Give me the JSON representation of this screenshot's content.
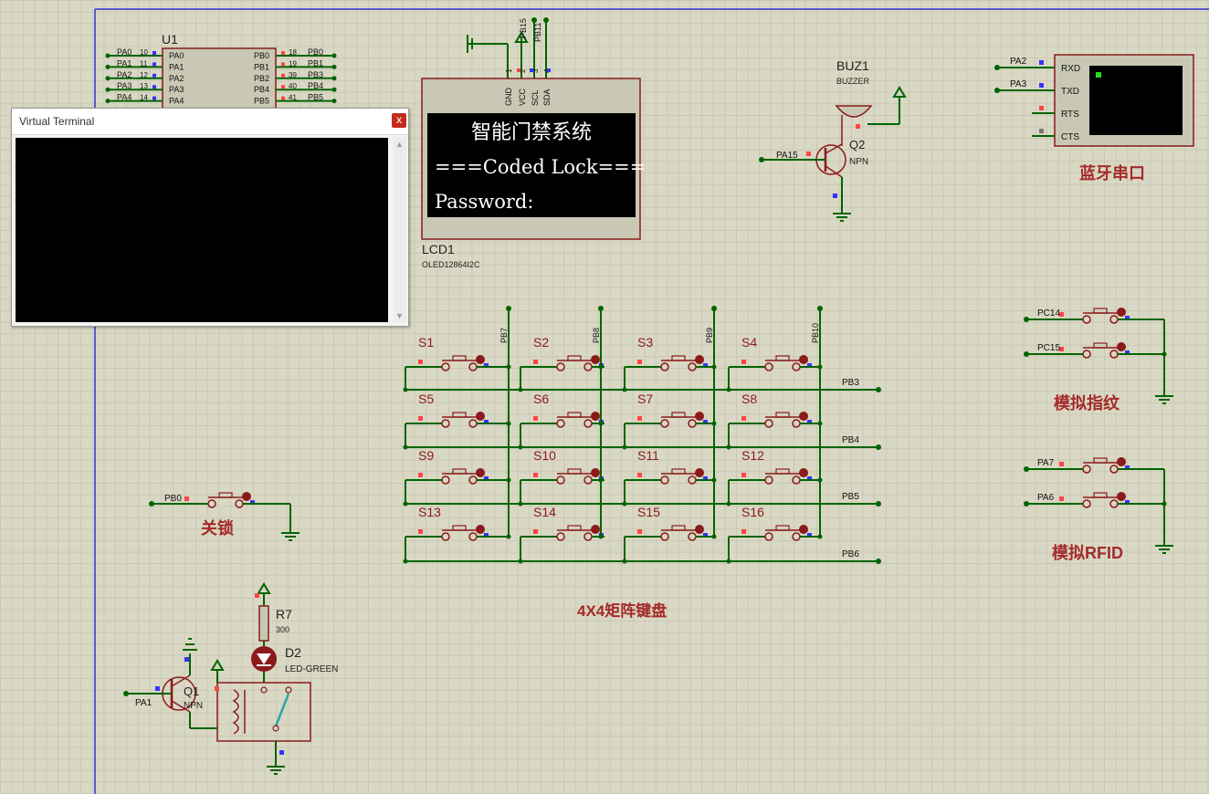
{
  "terminal": {
    "title": "Virtual Terminal",
    "close": "x"
  },
  "mcu": {
    "ref": "U1",
    "left_pins": [
      {
        "name": "PA0",
        "num": "10",
        "inner": "PA0"
      },
      {
        "name": "PA1",
        "num": "11",
        "inner": "PA1"
      },
      {
        "name": "PA2",
        "num": "12",
        "inner": "PA2"
      },
      {
        "name": "PA3",
        "num": "13",
        "inner": "PA3"
      },
      {
        "name": "PA4",
        "num": "14",
        "inner": "PA4"
      }
    ],
    "right_pins": [
      {
        "name": "PB0",
        "num": "18",
        "inner": "PB0"
      },
      {
        "name": "PB1",
        "num": "19",
        "inner": "PB1"
      },
      {
        "name": "PB3",
        "num": "39",
        "inner": "PB2"
      },
      {
        "name": "PB4",
        "num": "40",
        "inner": "PB4"
      },
      {
        "name": "PB5",
        "num": "41",
        "inner": "PB5"
      }
    ]
  },
  "lcd": {
    "ref": "LCD1",
    "part": "OLED12864I2C",
    "pins": [
      "GND",
      "VCC",
      "SCL",
      "SDA"
    ],
    "pin_nums": [
      "1",
      "2",
      "3",
      "4"
    ],
    "nets": [
      "PB15",
      "PB11"
    ],
    "lines": [
      "智能门禁系统",
      "===Coded Lock===",
      "Password:"
    ]
  },
  "buzzer": {
    "ref": "BUZ1",
    "part": "BUZZER",
    "transistor": "Q2",
    "type": "NPN",
    "net": "PA15"
  },
  "bluetooth": {
    "pins": [
      "RXD",
      "TXD",
      "RTS",
      "CTS"
    ],
    "nets": [
      "PA2",
      "PA3"
    ],
    "label": "蓝牙串口"
  },
  "keypad": {
    "keys": [
      "S1",
      "S2",
      "S3",
      "S4",
      "S5",
      "S6",
      "S7",
      "S8",
      "S9",
      "S10",
      "S11",
      "S12",
      "S13",
      "S14",
      "S15",
      "S16"
    ],
    "col_nets": [
      "PB7",
      "PB8",
      "PB9",
      "PB10"
    ],
    "row_nets": [
      "PB3",
      "PB4",
      "PB5",
      "PB6"
    ],
    "label": "4X4矩阵键盘"
  },
  "fingerprint": {
    "nets": [
      "PC14",
      "PC15"
    ],
    "label": "模拟指纹"
  },
  "rfid": {
    "nets": [
      "PA7",
      "PA6"
    ],
    "label": "模拟RFID"
  },
  "lock_button": {
    "net": "PB0",
    "label": "关锁"
  },
  "relay": {
    "resistor": "R7",
    "res_value": "300",
    "led": "D2",
    "led_part": "LED-GREEN",
    "transistor": "Q1",
    "type": "NPN",
    "net": "PA1"
  },
  "colors": {
    "wire": "#006400",
    "component": "#8b1a1a",
    "body": "#c8c8b4",
    "label": "#a52a2a",
    "pin_red": "#ff4444",
    "pin_blue": "#3333ff",
    "frame": "#3333cc"
  }
}
